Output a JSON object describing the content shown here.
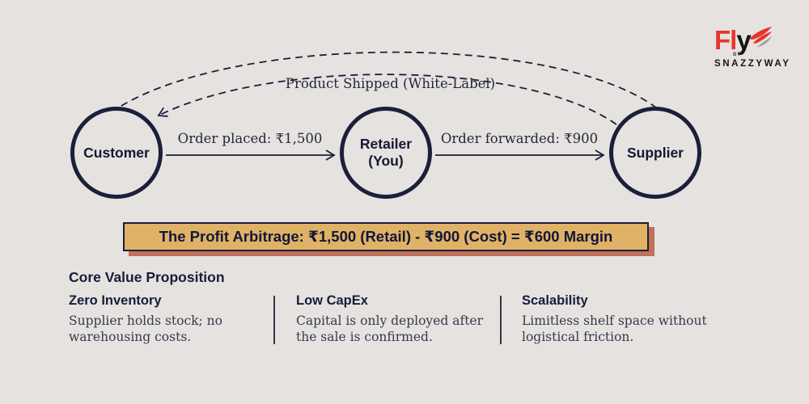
{
  "colors": {
    "background": "#e5e2e0",
    "navy": "#1b1f3a",
    "banner_background": "#dfb267",
    "banner_shadow": "#c1705a",
    "body_text": "#373a4c",
    "logo_red": "#e7352b",
    "logo_black": "#141414",
    "wing_gray": "#98a0a8"
  },
  "logo": {
    "word_red": "Fl",
    "word_black": "y",
    "by_label": "BY",
    "brand": "SNAZZYWAY"
  },
  "diagram": {
    "shipping_label": "Product Shipped (White-Label)",
    "nodes": [
      {
        "label": "Customer"
      },
      {
        "label": "Retailer (You)"
      },
      {
        "label": "Supplier"
      }
    ],
    "edges": [
      {
        "label": "Order placed: ₹1,500"
      },
      {
        "label": "Order forwarded: ₹900"
      }
    ]
  },
  "banner": {
    "text": "The Profit Arbitrage: ₹1,500 (Retail) - ₹900 (Cost) = ₹600 Margin"
  },
  "value_proposition": {
    "heading": "Core Value Proposition",
    "items": [
      {
        "title": "Zero Inventory",
        "description": "Supplier holds stock; no warehousing costs."
      },
      {
        "title": "Low CapEx",
        "description": "Capital is only deployed after the sale is confirmed."
      },
      {
        "title": "Scalability",
        "description": "Limitless shelf space without logistical friction."
      }
    ]
  }
}
